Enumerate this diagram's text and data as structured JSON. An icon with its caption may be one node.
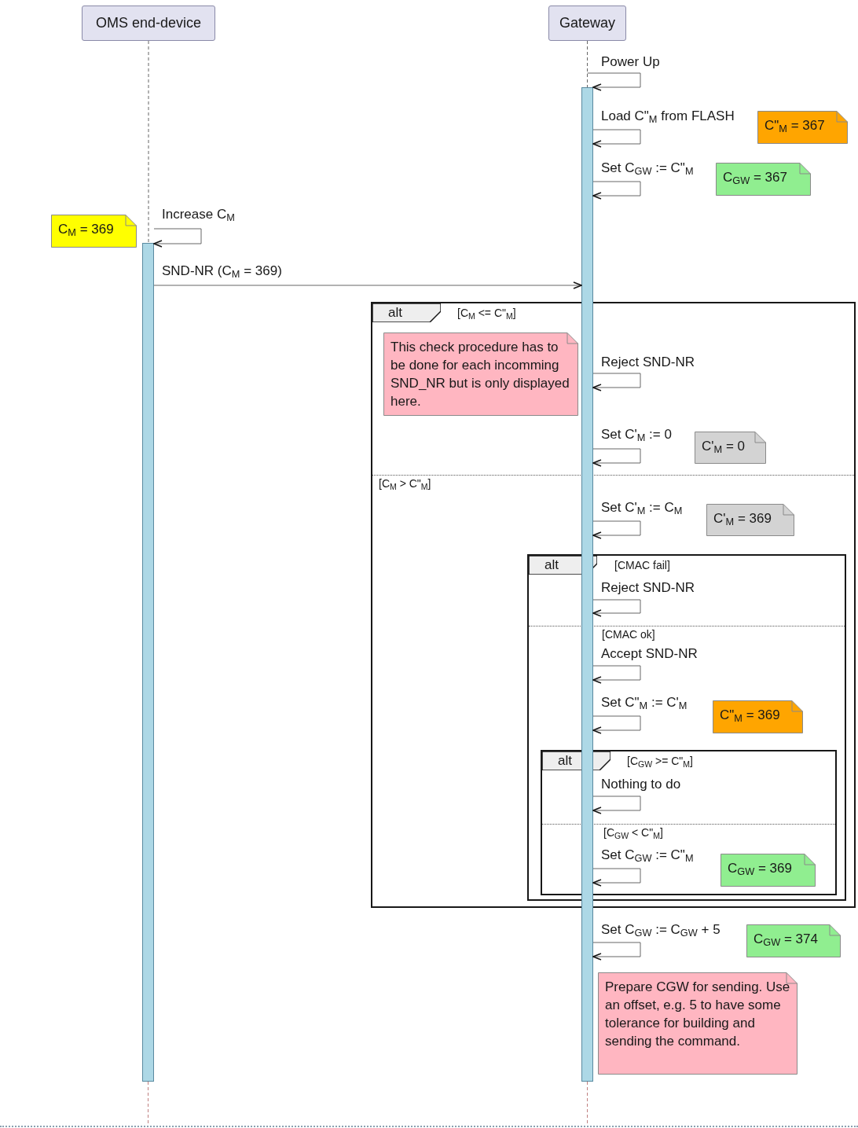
{
  "diagram": {
    "nodes": [
      {
        "text": [
          "OMS end-device"
        ]
      },
      {
        "text": [
          "Gateway"
        ]
      },
      {
        "text": [],
        "shape": "bar"
      },
      {
        "text": [
          "C\"$_{M}$ = 367"
        ]
      },
      {
        "text": [
          "C$_{GW}$ = 367"
        ]
      },
      {
        "text": [
          "C$_{M}$ = 369"
        ]
      },
      {
        "text": [],
        "shape": "bar"
      },
      {
        "text": [
          "alt",
          "[C$_{M}$ <= C\"$_{M}$]",
          "[C$_{M}$ > C\"$_{M}$]"
        ]
      },
      {
        "text": [
          "This check procedure has to be done for each incomming SND_NR but is only displayed here."
        ],
        "in": 7
      },
      {
        "text": [
          "C'$_{M}$ = 0"
        ],
        "in": 7
      },
      {
        "text": [
          "C'$_{M}$ = 369"
        ],
        "in": 7
      },
      {
        "text": [
          "alt",
          "[CMAC fail]",
          "[CMAC ok]"
        ],
        "in": 7
      },
      {
        "text": [
          "C\"$_{M}$ = 369"
        ],
        "in": 11
      },
      {
        "text": [
          "alt",
          "[C$_{GW}$ >= C\"$_{M}$]",
          "[C$_{GW}$ < C\"$_{M}$]"
        ],
        "in": 11
      },
      {
        "text": [
          "C$_{GW}$ = 369"
        ],
        "in": 13
      },
      {
        "text": [
          "C$_{GW}$ = 374"
        ]
      },
      {
        "text": [
          "Prepare CGW for sending. Use an offset, e.g. 5 to have some tolerance for building and sending the command."
        ]
      }
    ],
    "edges": [
      {
        "from": 0,
        "to": 2,
        "arrow": "none",
        "style": "dashed"
      },
      {
        "from": 1,
        "to": 6,
        "arrow": "none",
        "style": "dashed"
      },
      {
        "from": 6,
        "to": 6,
        "arrow": "to",
        "label": "Power Up"
      },
      {
        "from": 6,
        "to": 6,
        "arrow": "to",
        "label": "Load C\"$_{M}$ from FLASH"
      },
      {
        "from": 6,
        "to": 6,
        "arrow": "to",
        "label": "Set C$_{GW}$ := C\"$_{M}$"
      },
      {
        "from": 2,
        "to": 2,
        "arrow": "to",
        "label": "Increase C$_{M}$"
      },
      {
        "from": 2,
        "to": 6,
        "arrow": "to",
        "label": "SND-NR (C$_{M}$ = 369)"
      },
      {
        "from": 6,
        "to": 6,
        "arrow": "to",
        "label": "Reject SND-NR"
      },
      {
        "from": 6,
        "to": 6,
        "arrow": "to",
        "label": "Set C'$_{M}$ := 0"
      },
      {
        "from": 6,
        "to": 6,
        "arrow": "to",
        "label": "Set C'$_{M}$ := C$_{M}$"
      },
      {
        "from": 6,
        "to": 6,
        "arrow": "to",
        "label": "Reject SND-NR"
      },
      {
        "from": 6,
        "to": 6,
        "arrow": "to",
        "label": "Accept SND-NR"
      },
      {
        "from": 6,
        "to": 6,
        "arrow": "to",
        "label": "Set C\"$_{M}$ := C'$_{M}$"
      },
      {
        "from": 6,
        "to": 6,
        "arrow": "to",
        "label": "Nothing to do"
      },
      {
        "from": 6,
        "to": 6,
        "arrow": "to",
        "label": "Set C$_{GW}$ := C\"$_{M}$"
      },
      {
        "from": 6,
        "to": 6,
        "arrow": "to",
        "label": "Set C$_{GW}$ := C$_{GW}$ + 5"
      },
      {
        "from": 2,
        "to": null,
        "arrow": "none",
        "style": "dashed",
        "color": "#c08080"
      },
      {
        "from": 6,
        "to": null,
        "arrow": "none",
        "style": "dashed",
        "color": "#c08080"
      }
    ]
  }
}
